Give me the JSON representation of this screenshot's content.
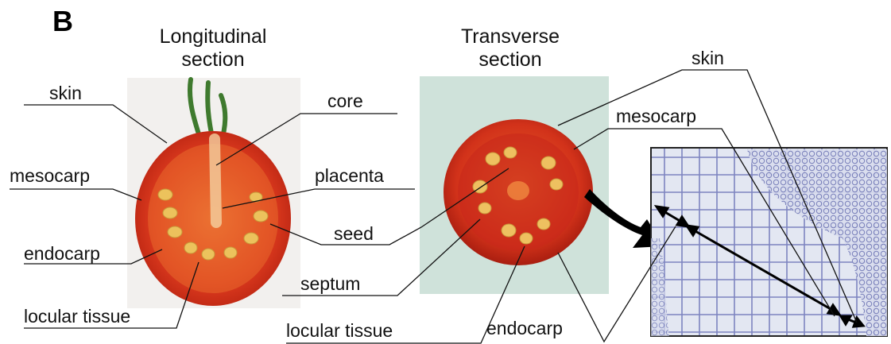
{
  "panel_letter": "B",
  "headers": {
    "longitudinal_line1": "Longitudinal",
    "longitudinal_line2": "section",
    "transverse_line1": "Transverse",
    "transverse_line2": "section"
  },
  "labels": {
    "left": {
      "skin": "skin",
      "mesocarp": "mesocarp",
      "endocarp": "endocarp",
      "locular_tissue": "locular tissue"
    },
    "middle": {
      "core": "core",
      "placenta": "placenta",
      "seed": "seed",
      "septum": "septum",
      "locular_tissue": "locular tissue"
    },
    "right": {
      "skin": "skin",
      "mesocarp": "mesocarp",
      "endocarp": "endocarp"
    }
  },
  "colors": {
    "tomato_red": "#d8301c",
    "tomato_dark": "#a81c10",
    "locule_orange": "#e8702a",
    "seed_yellow": "#e8c25a",
    "stem_green": "#3f7a2e",
    "transverse_bg": "#cfe2da",
    "micro_bg": "#dde2ef",
    "micro_cell": "#6f77b8"
  }
}
